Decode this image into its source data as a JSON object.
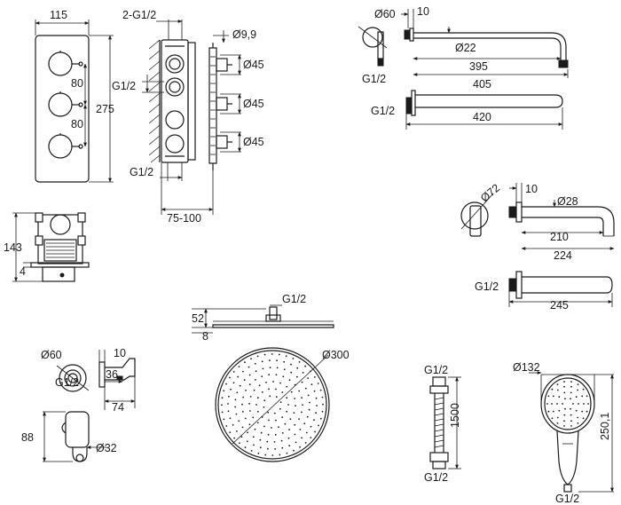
{
  "dimensions": {
    "mixer_width": "115",
    "mixer_height": "275",
    "knob_spacing_1": "80",
    "knob_spacing_2": "80",
    "inlet_thread": "2-G1/2",
    "outlet_thread": "G1/2",
    "valve_hole": "Ø9,9",
    "valve_dia_1": "Ø45",
    "valve_dia_2": "Ø45",
    "valve_dia_3": "Ø45",
    "bottom_thread": "G1/2",
    "wall_depth": "75-100",
    "box_height": "143",
    "box_offset": "4",
    "arm_flange": "Ø60",
    "arm_offset": "10",
    "arm_tube": "Ø22",
    "arm_length_inner": "395",
    "arm_length_mid": "405",
    "arm_thread": "G1/2",
    "arm_length_total": "420",
    "spout_flange": "Ø72",
    "spout_offset": "10",
    "spout_tube": "Ø28",
    "spout_length_inner": "210",
    "spout_length_mid": "224",
    "spout_thread": "G1/2",
    "spout_length_total": "245",
    "head_thread": "G1/2",
    "head_height": "52",
    "head_thickness": "8",
    "head_diameter": "Ø300",
    "outlet_flange": "Ø60",
    "outlet_offset": "10",
    "outlet_depth_1": "36",
    "outlet_depth_2": "74",
    "holder_height": "88",
    "holder_dia": "Ø32",
    "hose_thread_top": "G1/2",
    "hose_length": "1500",
    "hose_thread_bottom": "G1/2",
    "handshower_dia": "Ø132",
    "handshower_length": "250,1",
    "handshower_thread": "G1/2"
  }
}
